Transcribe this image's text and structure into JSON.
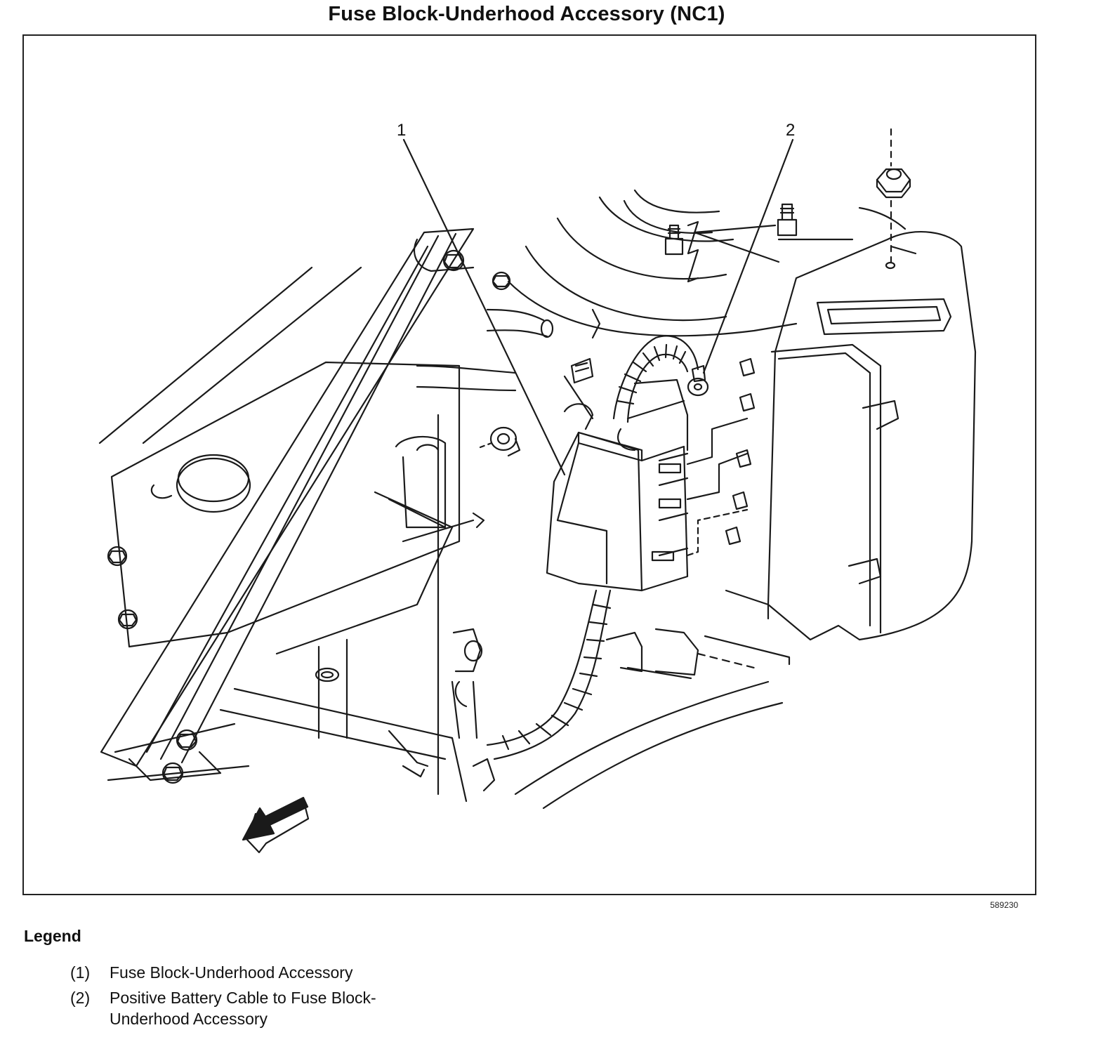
{
  "title": "Fuse Block-Underhood Accessory (NC1)",
  "figure_id": "589230",
  "callouts": [
    {
      "label": "1"
    },
    {
      "label": "2"
    }
  ],
  "legend": {
    "heading": "Legend",
    "items": [
      {
        "number": "(1)",
        "text": "Fuse Block-Underhood Accessory"
      },
      {
        "number": "(2)",
        "text": "Positive Battery Cable to Fuse Block-Underhood Accessory"
      }
    ]
  }
}
